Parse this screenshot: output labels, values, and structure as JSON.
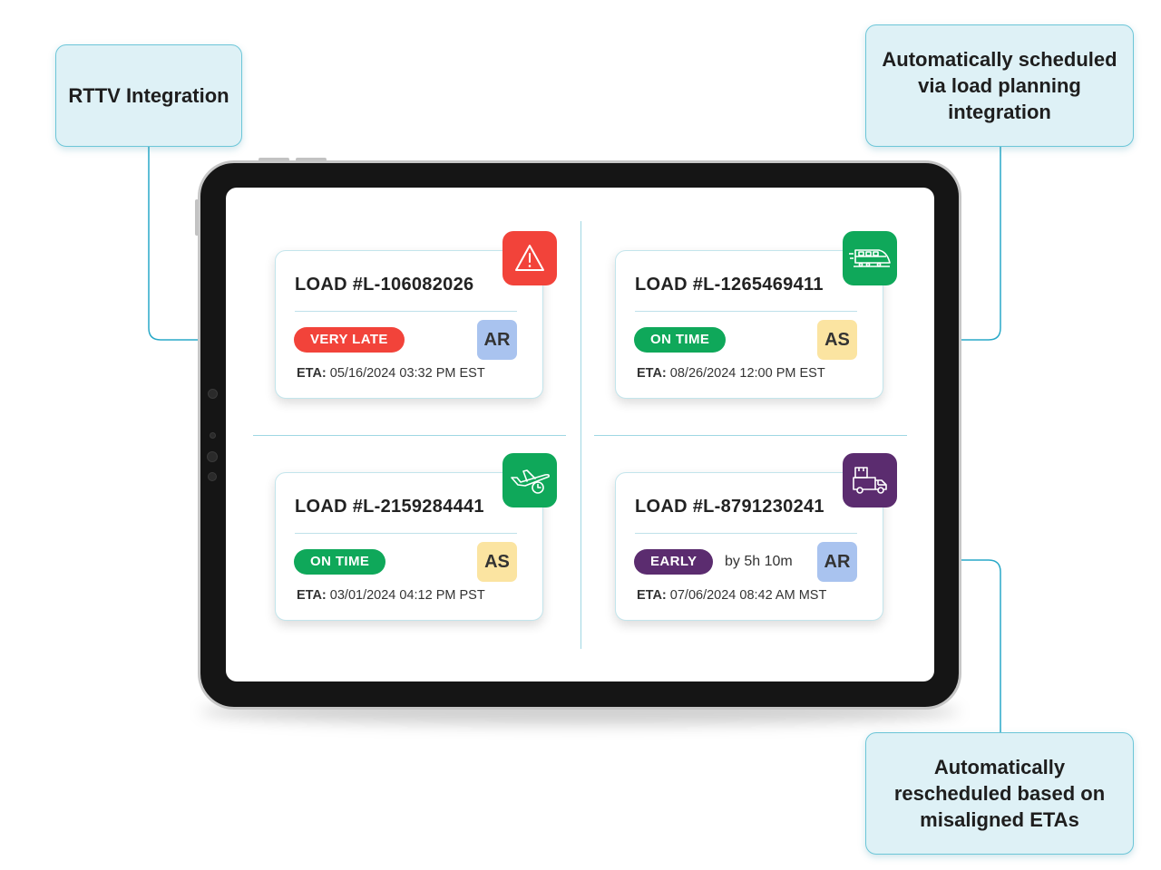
{
  "callouts": {
    "rttv": "RTTV Integration",
    "load_planning": "Automatically scheduled via load planning integration",
    "rescheduled": "Automatically rescheduled based on misaligned ETAs"
  },
  "eta_label": "ETA:",
  "colors": {
    "accent": "#29a9c8",
    "very_late": "#f2433a",
    "on_time": "#0fa85a",
    "early": "#5b2c6f",
    "initials_blue": "#a9c3ef",
    "initials_yellow": "#fbe4a1"
  },
  "cards": [
    {
      "title": "LOAD #L-106082026",
      "status": "VERY LATE",
      "status_extra": "",
      "initials": "AR",
      "eta": "05/16/2024 03:32 PM EST",
      "icon": "warning-icon"
    },
    {
      "title": "LOAD #L-1265469411",
      "status": "ON TIME",
      "status_extra": "",
      "initials": "AS",
      "eta": "08/26/2024 12:00 PM EST",
      "icon": "train-icon"
    },
    {
      "title": "LOAD #L-2159284441",
      "status": "ON TIME",
      "status_extra": "",
      "initials": "AS",
      "eta": "03/01/2024 04:12 PM PST",
      "icon": "airplane-clock-icon"
    },
    {
      "title": "LOAD #L-8791230241",
      "status": "EARLY",
      "status_extra": "by 5h 10m",
      "initials": "AR",
      "eta": "07/06/2024 08:42 AM MST",
      "icon": "delivery-truck-icon"
    }
  ]
}
